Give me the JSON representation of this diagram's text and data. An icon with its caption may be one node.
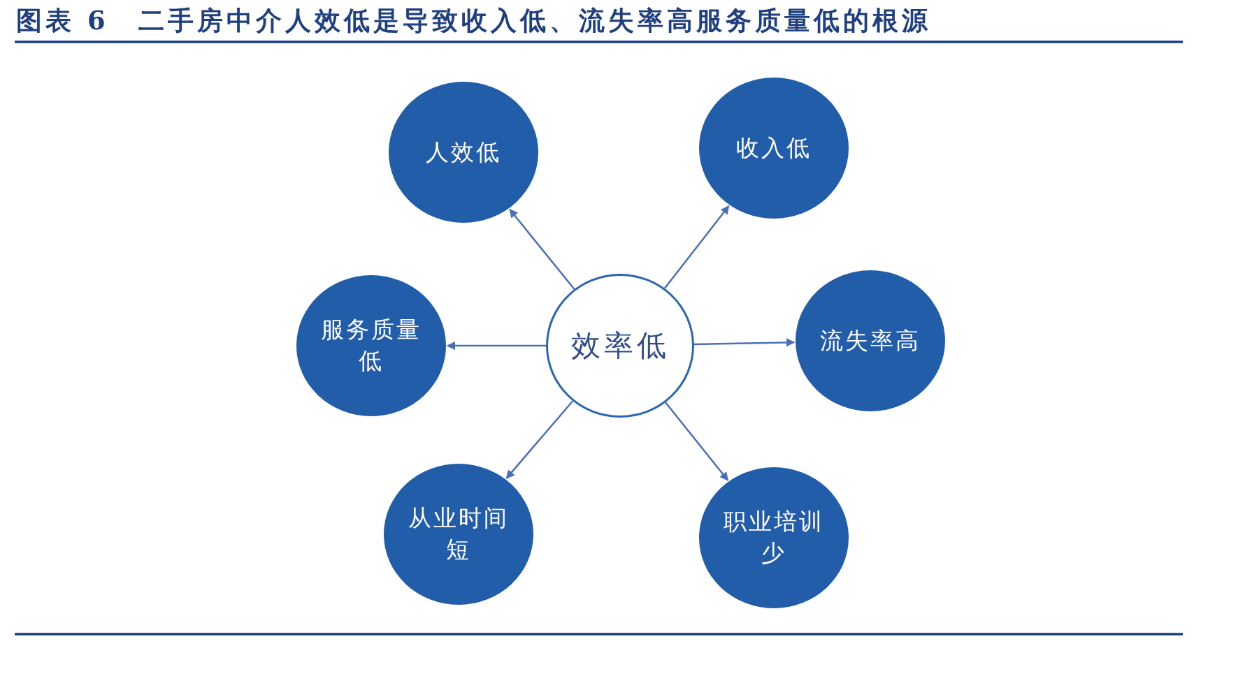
{
  "diagram": {
    "title": "图表 6　二手房中介人效低是导致收入低、流失率高服务质量低的根源",
    "nodes": [
      {
        "text": [
          "人效低"
        ]
      },
      {
        "text": [
          "收入低"
        ]
      },
      {
        "text": [
          "服务质量低"
        ]
      },
      {
        "text": [
          "效率低"
        ]
      },
      {
        "text": [
          "流失率高"
        ]
      },
      {
        "text": [
          "从业时间短"
        ]
      },
      {
        "text": [
          "职业培训少"
        ]
      }
    ],
    "edges": [
      {
        "from": 3,
        "to": 0,
        "arrow": "to"
      },
      {
        "from": 3,
        "to": 1,
        "arrow": "to"
      },
      {
        "from": 3,
        "to": 2,
        "arrow": "to"
      },
      {
        "from": 3,
        "to": 4,
        "arrow": "to"
      },
      {
        "from": 3,
        "to": 5,
        "arrow": "to"
      },
      {
        "from": 3,
        "to": 6,
        "arrow": "to"
      }
    ]
  }
}
